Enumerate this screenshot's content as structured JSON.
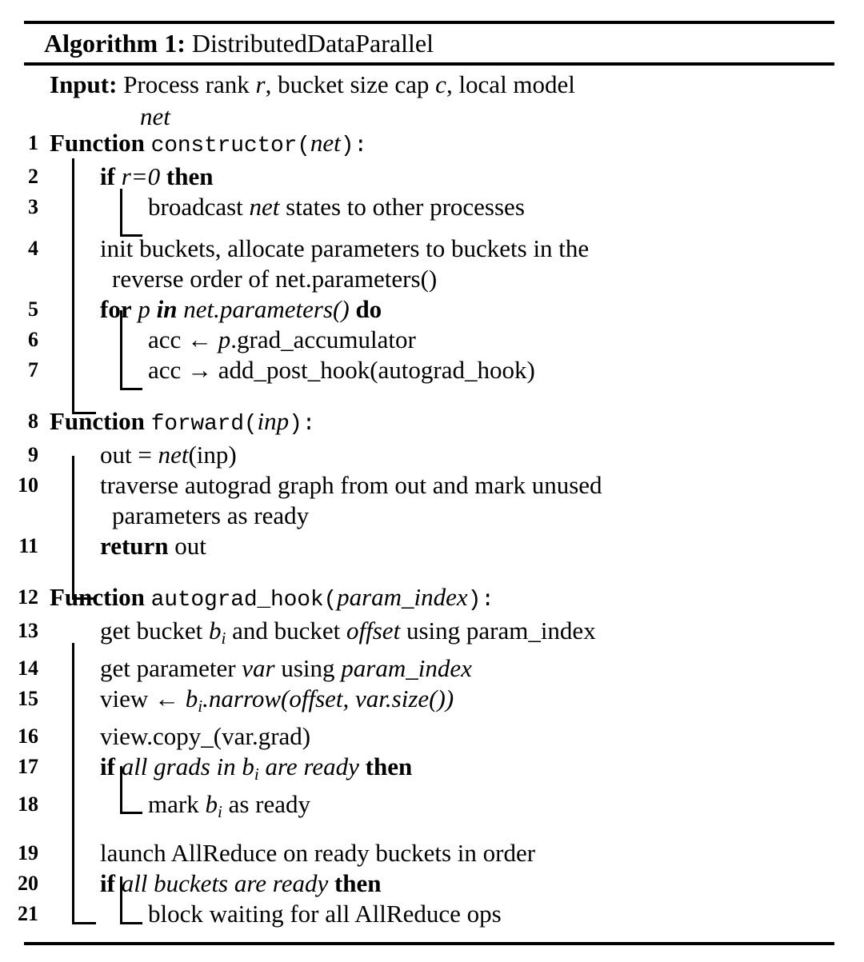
{
  "figure": {
    "caption_label": "Algorithm 1:",
    "caption_name": "DistributedDataParallel"
  },
  "input": {
    "label": "Input:",
    "line1_a": "Process rank ",
    "line1_r": "r",
    "line1_b": ", bucket size cap ",
    "line1_c": "c",
    "line1_d": ", local model",
    "line2_net": "net"
  },
  "lines": {
    "n1": "1",
    "n2": "2",
    "n3": "3",
    "n4": "4",
    "n5": "5",
    "n6": "6",
    "n7": "7",
    "n8": "8",
    "n9": "9",
    "n10": "10",
    "n11": "11",
    "n12": "12",
    "n13": "13",
    "n14": "14",
    "n15": "15",
    "n16": "16",
    "n17": "17",
    "n18": "18",
    "n19": "19",
    "n20": "20",
    "n21": "21"
  },
  "code": {
    "l1_kw": "Function",
    "l1_name": "constructor",
    "l1_open": "(",
    "l1_arg": "net",
    "l1_close": "):",
    "l2_if": "if",
    "l2_cond": "r=0",
    "l2_then": "then",
    "l3_a": "broadcast ",
    "l3_net": "net",
    "l3_b": " states to other processes",
    "l4_line1": "init buckets, allocate parameters to buckets in the",
    "l4_line2": "reverse order of net.parameters()",
    "l5_for": "for",
    "l5_var": "p",
    "l5_in": "in",
    "l5_iter": "net.parameters()",
    "l5_do": "do",
    "l6_a": "acc ",
    "l6_arrow": "←",
    "l6_b": " ",
    "l6_p": "p",
    "l6_c": ".grad_accumulator",
    "l7_a": "acc ",
    "l7_arrow": "→",
    "l7_b": " add_post_hook(autograd_hook)",
    "l8_kw": "Function",
    "l8_name": "forward",
    "l8_open": "(",
    "l8_arg": "inp",
    "l8_close": "):",
    "l9_a": "out = ",
    "l9_net": "net",
    "l9_b": "(inp)",
    "l10_line1": "traverse autograd graph from out and mark unused",
    "l10_line2": "parameters as ready",
    "l11_kw": "return",
    "l11_val": " out",
    "l12_kw": "Function",
    "l12_name": "autograd_hook",
    "l12_open": "(",
    "l12_arg": "param_index",
    "l12_close": "):",
    "l13_a": "get bucket ",
    "l13_b": "b",
    "l13_sub": "i",
    "l13_c": " and bucket ",
    "l13_off": "offset",
    "l13_d": " using param_index",
    "l14_a": "get parameter ",
    "l14_var": "var",
    "l14_b": " using ",
    "l14_idx": "param_index",
    "l15_a": "view ",
    "l15_arrow": "←",
    "l15_b": " ",
    "l15_bi": "b",
    "l15_sub": "i",
    "l15_c": ".narrow(",
    "l15_off": "offset",
    "l15_d": ", ",
    "l15_size": "var.size",
    "l15_e": "())",
    "l16": "view.copy_(var.grad)",
    "l17_if": "if",
    "l17_a": "all grads in ",
    "l17_b": "b",
    "l17_sub": "i",
    "l17_c": " are ready",
    "l17_then": "then",
    "l18_a": "mark ",
    "l18_b": "b",
    "l18_sub": "i",
    "l18_c": " as ready",
    "l19": "launch AllReduce on ready buckets in order",
    "l20_if": "if",
    "l20_cond": "all buckets are ready",
    "l20_then": "then",
    "l21": "block waiting for all AllReduce ops"
  },
  "colors": {
    "text": "#000000",
    "rule": "#000000",
    "background": "#ffffff"
  }
}
